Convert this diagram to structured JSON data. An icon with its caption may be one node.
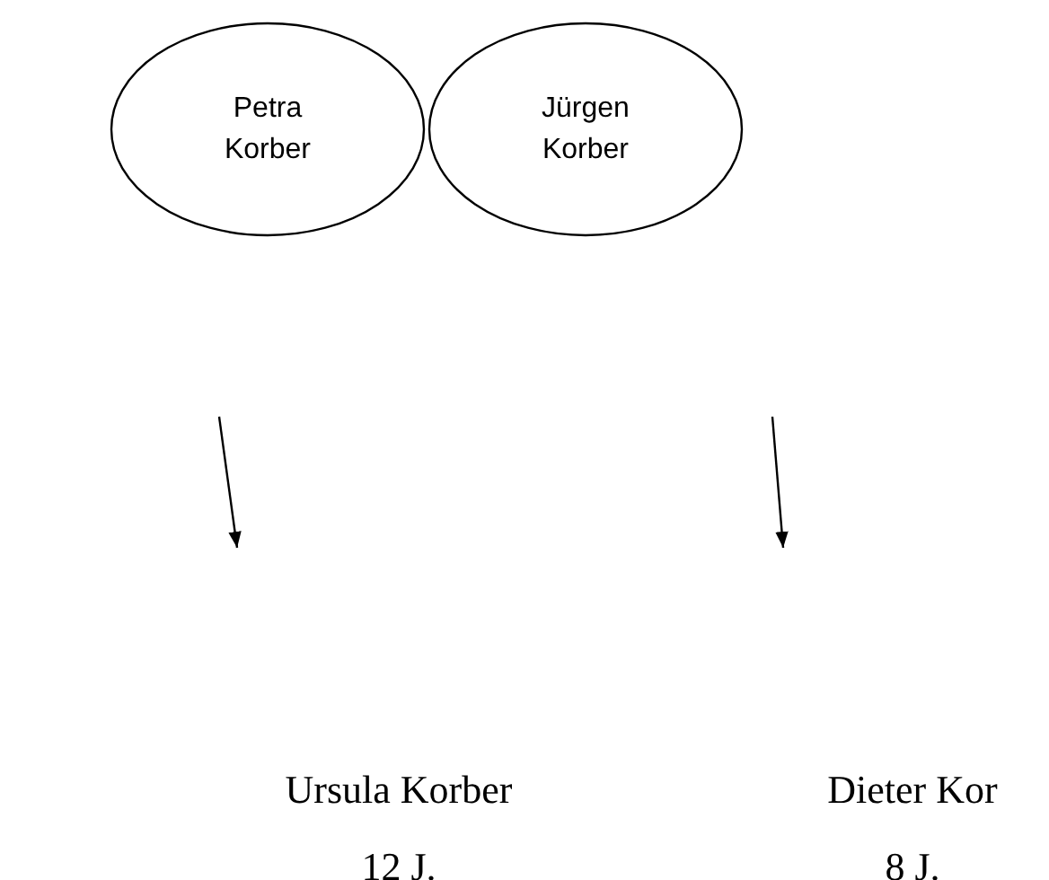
{
  "diagram": {
    "nodes": [
      {
        "text": [
          "Petra Korber"
        ]
      },
      {
        "text": [
          "Jürgen Korber"
        ]
      }
    ],
    "labels": [
      "Ursula Korber",
      "Dieter Kor",
      "12 J.",
      "8 J."
    ]
  }
}
